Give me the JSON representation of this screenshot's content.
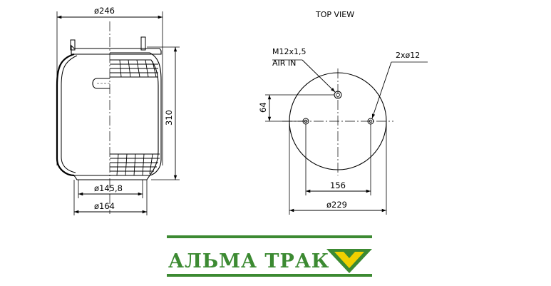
{
  "side_view": {
    "dim_top_diameter": "ø246",
    "dim_height": "310",
    "dim_base_inner": "ø145,8",
    "dim_base_outer": "ø164"
  },
  "top_view": {
    "title": "TOP VIEW",
    "air_in_thread": "M12x1,5",
    "air_in_label": "AIR IN",
    "holes_label": "2xø12",
    "dim_offset": "64",
    "dim_hole_spacing": "156",
    "dim_diameter": "ø229"
  },
  "brand": {
    "name": "АЛЬМА ТРАК",
    "accent_green": "#3c8a32",
    "accent_yellow": "#f0d000",
    "logo_icon": "v-chevron-logo-icon"
  }
}
